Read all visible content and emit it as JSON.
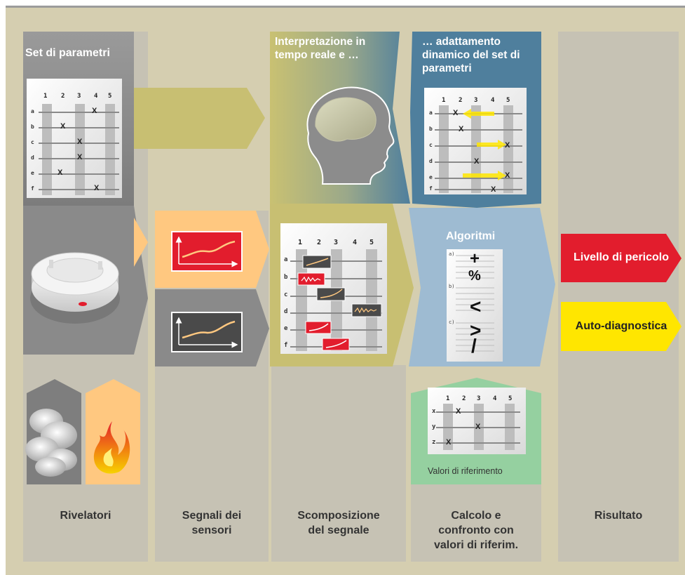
{
  "columns": [
    {
      "label": "Rivelatori"
    },
    {
      "label": "Segnali dei\nsensori"
    },
    {
      "label": "Scomposizione\ndel segnale"
    },
    {
      "label": "Calcolo e\nconfronto con\nvalori di riferim."
    },
    {
      "label": "Risultato"
    }
  ],
  "parameter_set": {
    "title": "Set di parametri",
    "col_headers": [
      "1",
      "2",
      "3",
      "4",
      "5"
    ],
    "row_headers": [
      "a",
      "b",
      "c",
      "d",
      "e",
      "f"
    ],
    "marks": [
      "X",
      "X",
      "X",
      "X",
      "X",
      "X"
    ]
  },
  "interpretation": {
    "title": "Interpretazione in\ntempo reale e …"
  },
  "adaptation": {
    "title": "… adattamento\ndinamico del set di\nparametri",
    "col_headers": [
      "1",
      "2",
      "3",
      "4",
      "5"
    ],
    "row_headers": [
      "a",
      "b",
      "c",
      "d",
      "e",
      "f"
    ],
    "marks": [
      "X",
      "X",
      "X",
      "X",
      "X",
      "X"
    ]
  },
  "decomposition": {
    "col_headers": [
      "1",
      "2",
      "3",
      "4",
      "5"
    ],
    "row_headers": [
      "a",
      "b",
      "c",
      "d",
      "e",
      "f"
    ]
  },
  "algorithms": {
    "title": "Algoritmi",
    "operators": [
      "+",
      "%",
      "<",
      ">",
      "/"
    ],
    "section_labels": [
      "a)",
      "b)",
      "c)"
    ]
  },
  "reference": {
    "caption": "Valori di riferimento",
    "col_headers": [
      "1",
      "2",
      "3",
      "4",
      "5"
    ],
    "row_headers": [
      "x",
      "y",
      "z"
    ],
    "marks": [
      "X",
      "X",
      "X"
    ]
  },
  "results": {
    "danger": "Livello di pericolo",
    "diagnostics": "Auto-diagnostica"
  },
  "colors": {
    "background": "#d5ceb0",
    "panel_gray": "#8a8a8a",
    "olive": "#c8bf72",
    "blue": "#9ebbd2",
    "teal": "#4f7f9d",
    "green": "#95d0a0",
    "orange": "#ffc880",
    "red": "#e21d2d",
    "yellow": "#ffe600"
  }
}
